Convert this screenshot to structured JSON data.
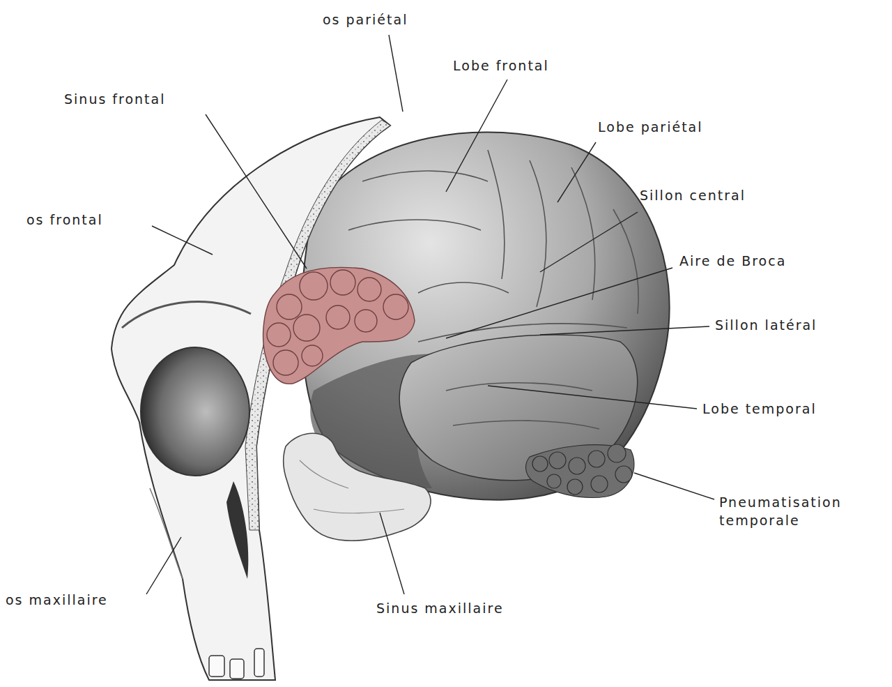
{
  "diagram": {
    "labels": [
      "os pariétal",
      "Lobe frontal",
      "Sinus frontal",
      "Lobe pariétal",
      "Sillon central",
      "os frontal",
      "Aire de Broca",
      "Sillon latéral",
      "Lobe temporal",
      "Pneumatisation temporale",
      "os maxillaire",
      "Sinus maxillaire"
    ]
  }
}
